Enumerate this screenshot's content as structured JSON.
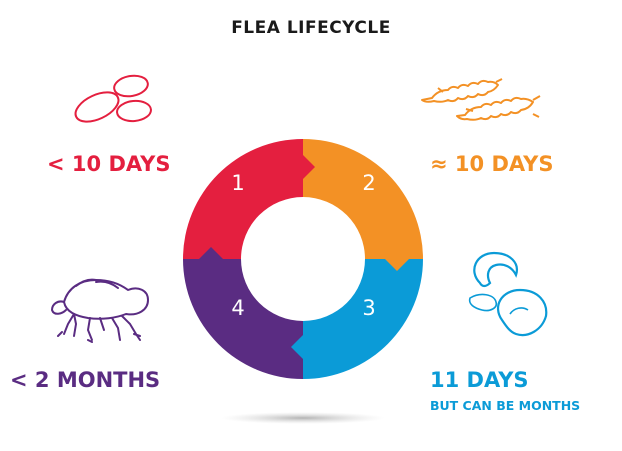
{
  "title": "FLEA LIFECYCLE",
  "stages": [
    {
      "number": "1",
      "duration": "< 10 DAYS",
      "note": "",
      "color": "#e41f3f",
      "icon": "flea-eggs-icon"
    },
    {
      "number": "2",
      "duration": "≈ 10 DAYS",
      "note": "",
      "color": "#f39125",
      "icon": "flea-larvae-icon"
    },
    {
      "number": "3",
      "duration": "11 DAYS",
      "note": "BUT CAN BE MONTHS",
      "color": "#0b9bd7",
      "icon": "flea-pupae-icon"
    },
    {
      "number": "4",
      "duration": "< 2 MONTHS",
      "note": "",
      "color": "#5a2c82",
      "icon": "adult-flea-icon"
    }
  ]
}
